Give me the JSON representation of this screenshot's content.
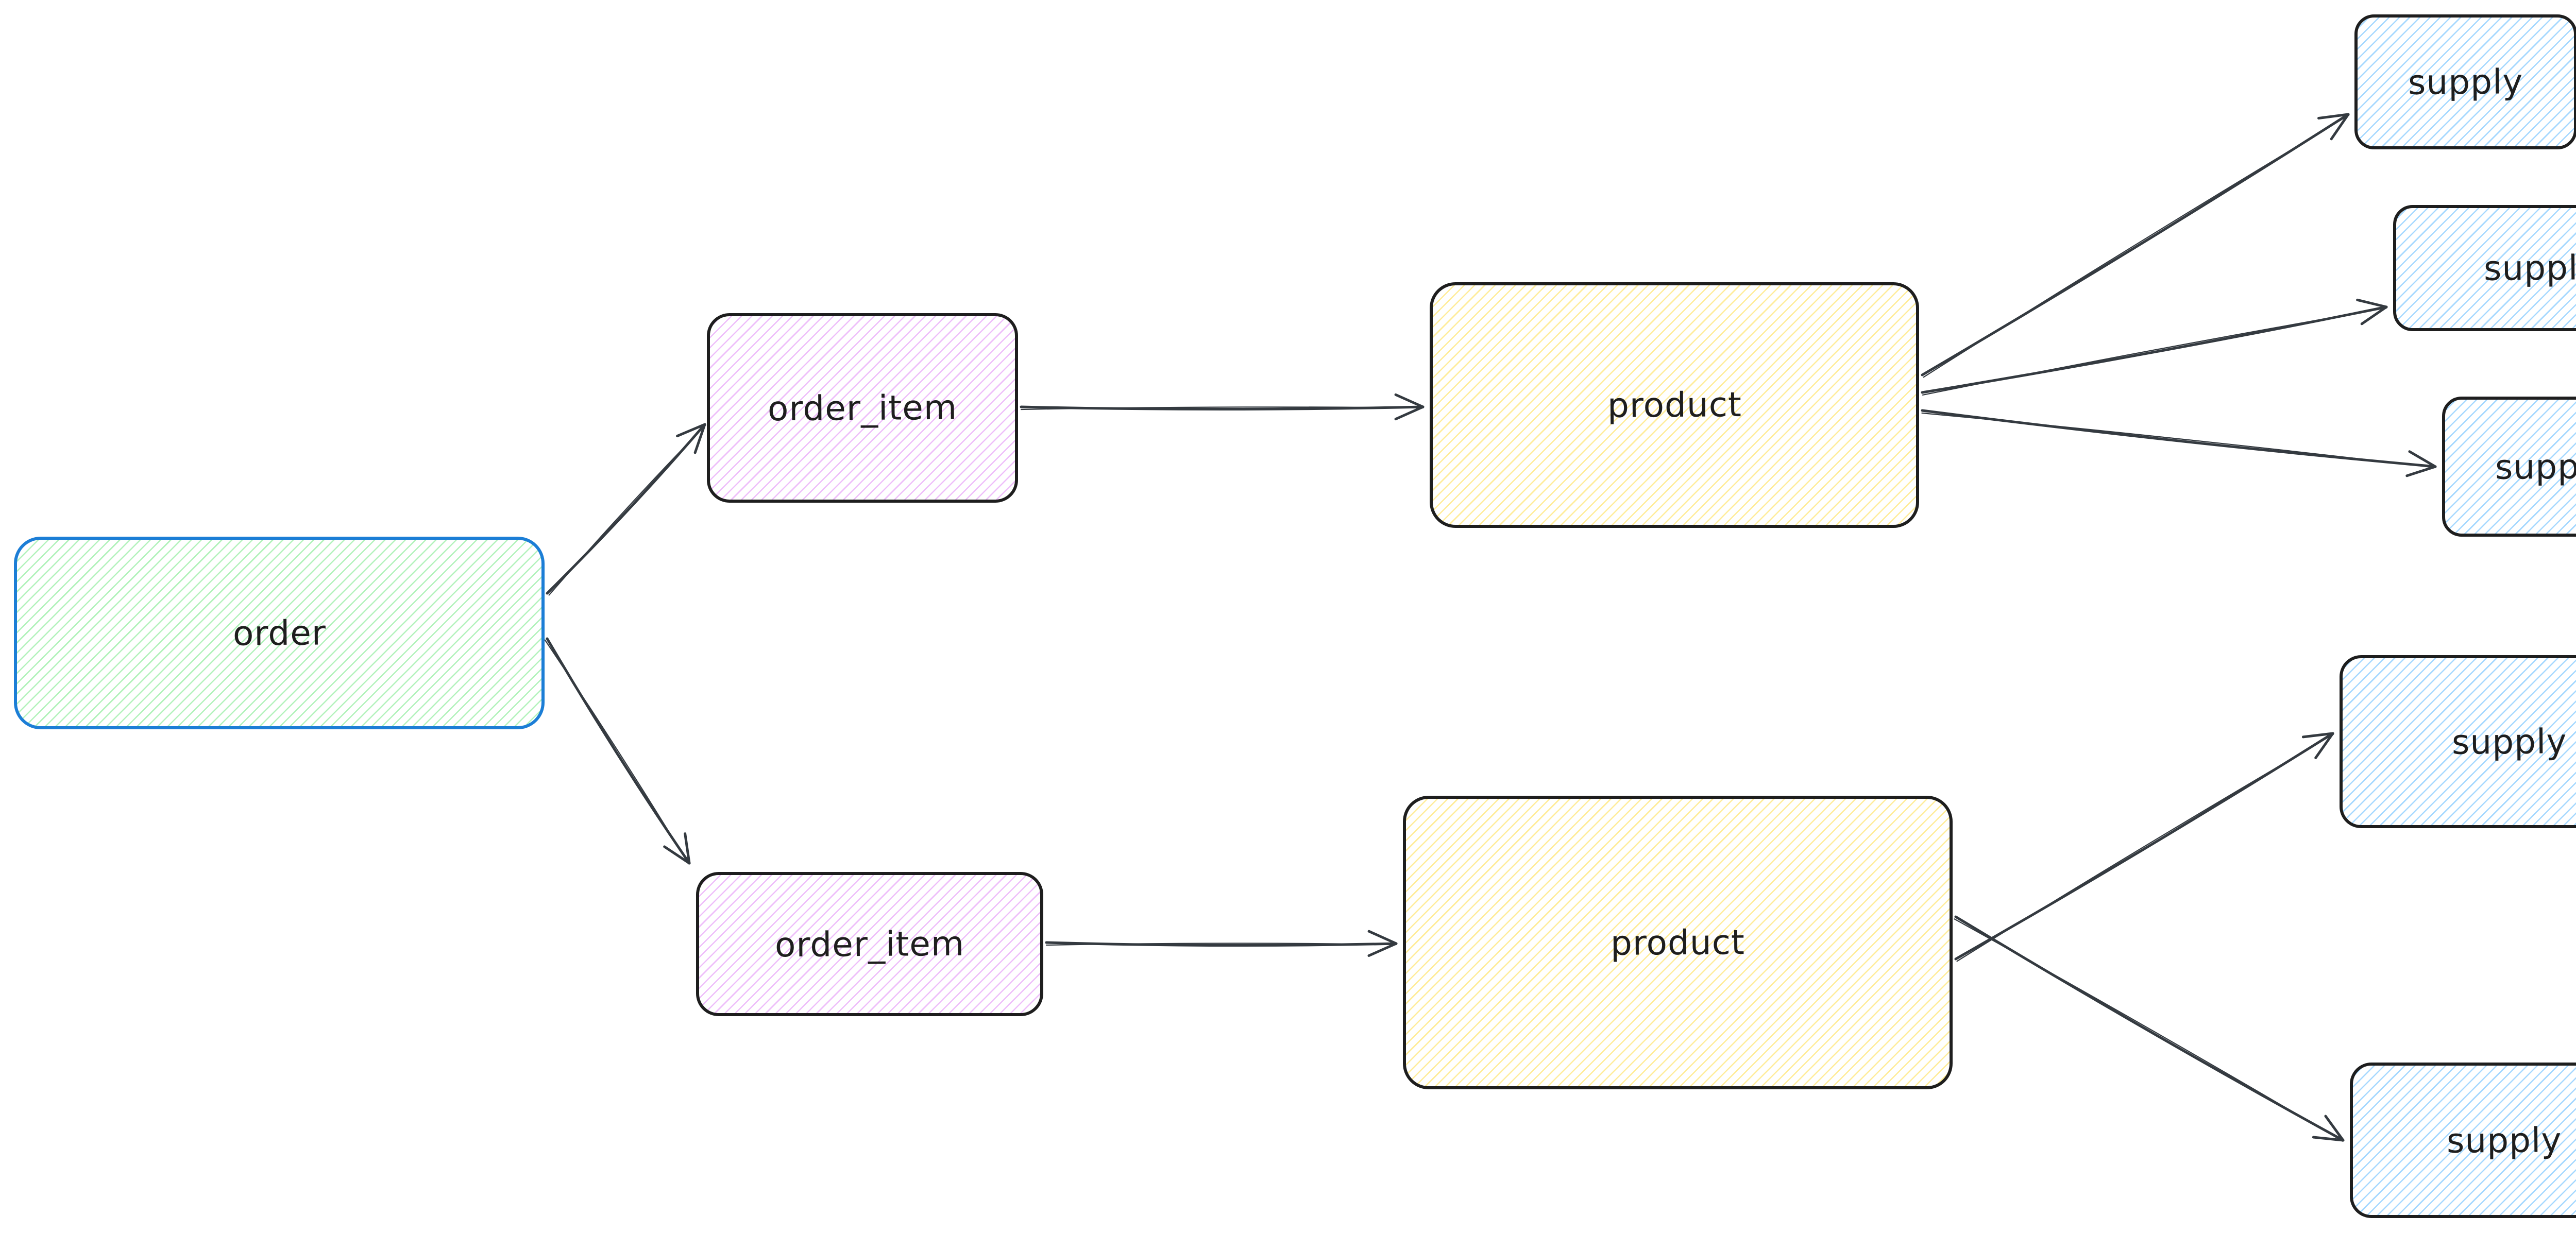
{
  "page": {
    "background_color": "#ffffff"
  },
  "diagram": {
    "arrow_color": "#343a40",
    "text_color": "#1e1e1e",
    "nodes": [
      {
        "id": "order",
        "label": "order",
        "fill_color": "#b2f2bb",
        "stroke_color": "#1c7ed6"
      },
      {
        "id": "order_item_1",
        "label": "order_item",
        "fill_color": "#eebefa",
        "stroke_color": "#1e1e1e"
      },
      {
        "id": "order_item_2",
        "label": "order_item",
        "fill_color": "#eebefa",
        "stroke_color": "#1e1e1e"
      },
      {
        "id": "product_1",
        "label": "product",
        "fill_color": "#ffec99",
        "stroke_color": "#1e1e1e"
      },
      {
        "id": "product_2",
        "label": "product",
        "fill_color": "#ffec99",
        "stroke_color": "#1e1e1e"
      },
      {
        "id": "supply_1",
        "label": "supply",
        "fill_color": "#a5d8ff",
        "stroke_color": "#1e1e1e"
      },
      {
        "id": "supply_2",
        "label": "supply",
        "fill_color": "#a5d8ff",
        "stroke_color": "#1e1e1e"
      },
      {
        "id": "supply_3",
        "label": "supply",
        "fill_color": "#a5d8ff",
        "stroke_color": "#1e1e1e"
      },
      {
        "id": "supply_4",
        "label": "supply",
        "fill_color": "#a5d8ff",
        "stroke_color": "#1e1e1e"
      },
      {
        "id": "supply_5",
        "label": "supply",
        "fill_color": "#a5d8ff",
        "stroke_color": "#1e1e1e"
      }
    ],
    "edges": [
      {
        "from": "order",
        "to": "order_item_1"
      },
      {
        "from": "order",
        "to": "order_item_2"
      },
      {
        "from": "order_item_1",
        "to": "product_1"
      },
      {
        "from": "order_item_2",
        "to": "product_2"
      },
      {
        "from": "product_1",
        "to": "supply_1"
      },
      {
        "from": "product_1",
        "to": "supply_2"
      },
      {
        "from": "product_1",
        "to": "supply_3"
      },
      {
        "from": "product_2",
        "to": "supply_4"
      },
      {
        "from": "product_2",
        "to": "supply_5"
      }
    ]
  }
}
